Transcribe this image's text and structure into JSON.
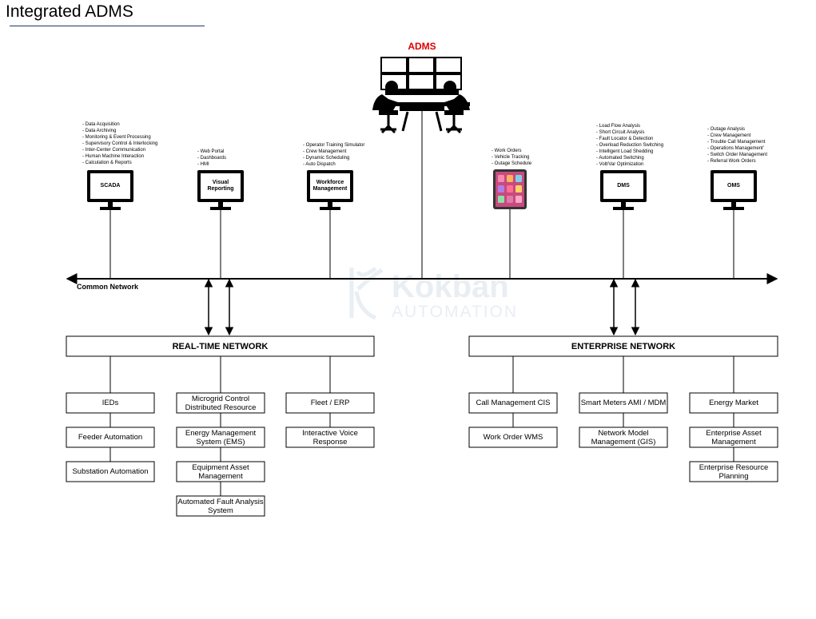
{
  "page": {
    "title": "Integrated ADMS"
  },
  "adms": {
    "label": "ADMS"
  },
  "common_network": {
    "label": "Common Network"
  },
  "watermark": {
    "brand": "Kokban",
    "sub": "AUTOMATION"
  },
  "endpoints": [
    {
      "id": "scada",
      "label": "SCADA",
      "type": "monitor",
      "bullets": [
        "- Data Acquisition",
        "- Data Archiving",
        "- Monitoring & Event Processing",
        "- Supervisory Control & Interlocking",
        "- Inter-Center Communication",
        "- Human Machine Interaction",
        "- Calculation & Reports"
      ]
    },
    {
      "id": "visual-reporting",
      "label": "Visual Reporting",
      "type": "monitor",
      "bullets": [
        "- Web Portal",
        "- Dashboards",
        "- HMI"
      ]
    },
    {
      "id": "workforce-management",
      "label": "Workforce Management",
      "type": "monitor",
      "bullets": [
        "- Operator Training Simulator",
        "- Crew Management",
        "- Dynamic Scheduling",
        "- Auto Dispatch"
      ]
    },
    {
      "id": "tablet",
      "label": "",
      "type": "tablet",
      "bullets": [
        "- Work Orders",
        "- Vehicle Tracking",
        "- Outage Schedule"
      ]
    },
    {
      "id": "dms",
      "label": "DMS",
      "type": "monitor",
      "bullets": [
        "- Load Flow Analysis",
        "- Short Circuit Analysis",
        "- Fault Locator & Detection",
        "- Overload Reduction Switching",
        "- Intelligent Load Shedding",
        "- Automated Switching",
        "- Volt/Var Optimization"
      ]
    },
    {
      "id": "oms",
      "label": "OMS",
      "type": "monitor",
      "bullets": [
        "- Outage Analysis",
        "- Crew Management",
        "- Trouble Call Management",
        "- Operations Management'",
        "- Switch Order Management",
        "- Referral Work Orders"
      ]
    }
  ],
  "networks": {
    "realtime": {
      "label": "REAL-TIME NETWORK",
      "columns": [
        [
          "IEDs",
          "Feeder Automation",
          "Substation Automation"
        ],
        [
          "Microgrid Control Distributed Resource",
          "Energy Management System (EMS)",
          "Equipment Asset Management",
          "Automated Fault Analysis System"
        ],
        [
          "Fleet / ERP",
          "Interactive Voice Response"
        ]
      ]
    },
    "enterprise": {
      "label": "ENTERPRISE NETWORK",
      "columns": [
        [
          "Call Management CIS",
          "Work Order WMS"
        ],
        [
          "Smart Meters AMI / MDM",
          "Network Model Management (GIS)"
        ],
        [
          "Energy Market",
          "Enterprise Asset Management",
          "Enterprise Resource Planning"
        ]
      ]
    }
  },
  "colors": {
    "adms_label": "#e00000",
    "title_rule": "#1f3864",
    "watermark": "#e9eef3"
  }
}
